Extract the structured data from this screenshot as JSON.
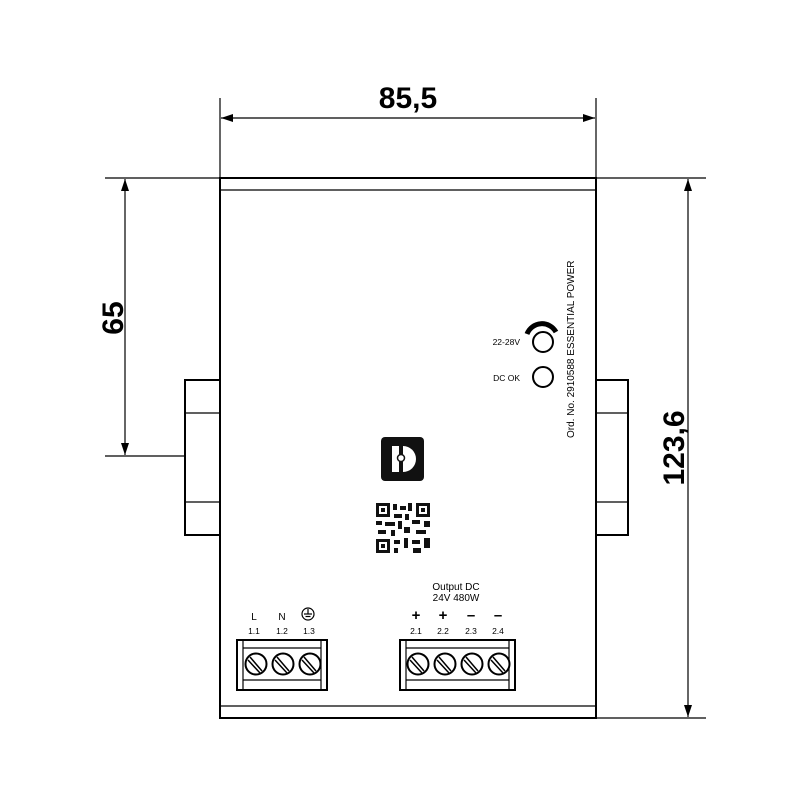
{
  "dimensions": {
    "width": "85,5",
    "depth_to_rail": "65",
    "height": "123,6"
  },
  "label": {
    "brand_line": "Ord. No. 2910588  ESSENTIAL POWER"
  },
  "indicators": {
    "potentiometer": "22-28V",
    "led": "DC OK"
  },
  "output": {
    "title": "Output DC",
    "rating": "24V 480W"
  },
  "input_terminals": [
    {
      "symbol": "L",
      "number": "1.1"
    },
    {
      "symbol": "N",
      "number": "1.2"
    },
    {
      "symbol": "ground",
      "number": "1.3"
    }
  ],
  "output_terminals": [
    {
      "symbol": "+",
      "number": "2.1"
    },
    {
      "symbol": "+",
      "number": "2.2"
    },
    {
      "symbol": "–",
      "number": "2.3"
    },
    {
      "symbol": "–",
      "number": "2.4"
    }
  ]
}
